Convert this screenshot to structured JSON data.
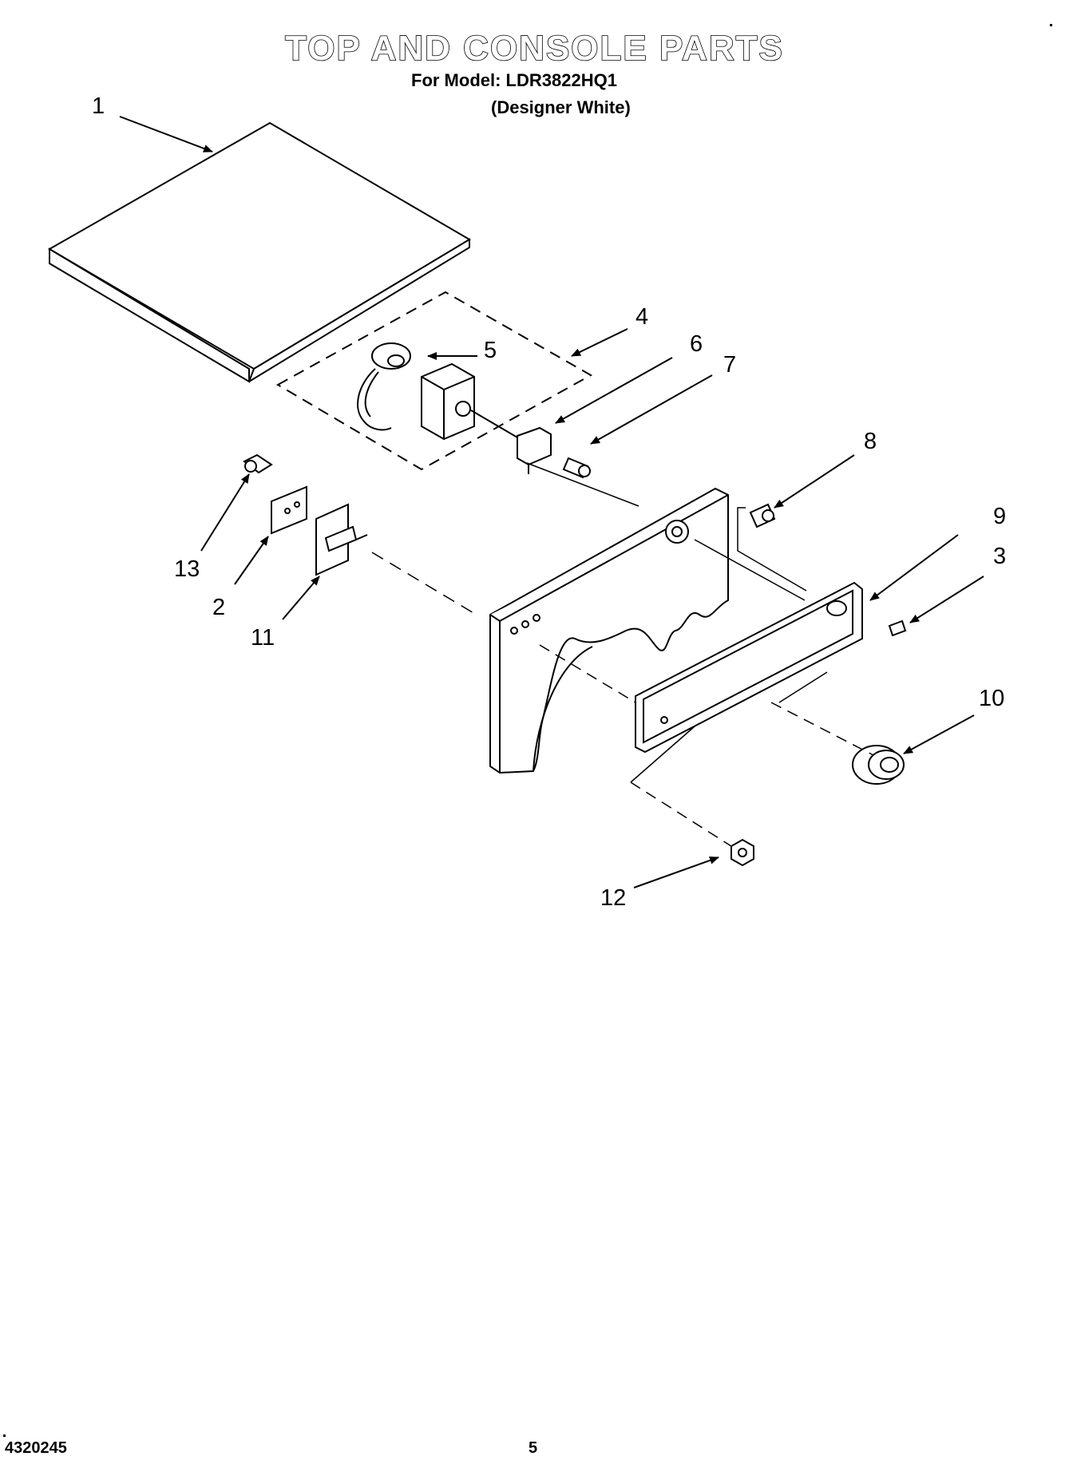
{
  "header": {
    "title": "TOP AND CONSOLE PARTS",
    "model_line": "For Model: LDR3822HQ1",
    "color_line": "(Designer White)"
  },
  "callouts": {
    "c1": "1",
    "c2": "2",
    "c3": "3",
    "c4": "4",
    "c5": "5",
    "c6": "6",
    "c7": "7",
    "c8": "8",
    "c9": "9",
    "c10": "10",
    "c11": "11",
    "c12": "12",
    "c13": "13"
  },
  "footer": {
    "doc_number": "4320245",
    "page_number": "5"
  },
  "colors": {
    "ink": "#000000",
    "paper": "#ffffff"
  }
}
